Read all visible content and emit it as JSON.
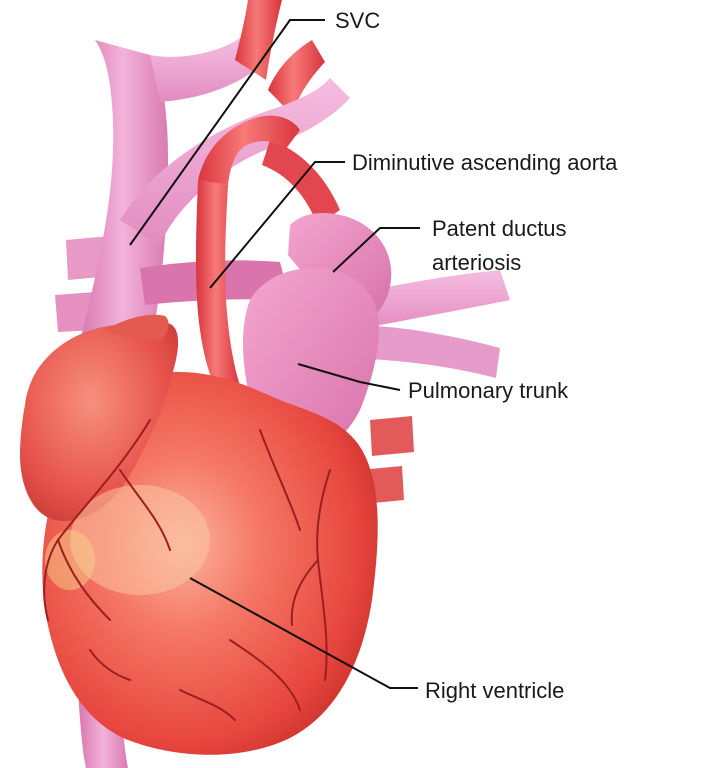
{
  "labels": {
    "svc": "SVC",
    "aorta": "Diminutive ascending aorta",
    "ductus_line1": "Patent ductus",
    "ductus_line2": "arteriosis",
    "pulmonary": "Pulmonary trunk",
    "ventricle": "Right ventricle"
  },
  "colors": {
    "heart": "#ee5a4e",
    "heart_highlight": "#f8a08c",
    "vein": "#e58abd",
    "artery": "#e9505a",
    "vessel_branch": "#ec8fc4",
    "coronary": "#9c1f1f",
    "leader_line": "#111111"
  }
}
